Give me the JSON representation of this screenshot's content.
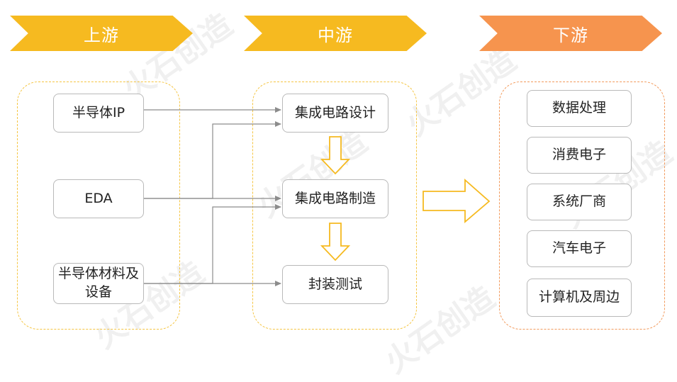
{
  "stages": {
    "upstream": "上游",
    "midstream": "中游",
    "downstream": "下游"
  },
  "upstream_nodes": {
    "ip": "半导体IP",
    "eda": "EDA",
    "materials": "半导体材料及设备"
  },
  "midstream_nodes": {
    "design": "集成电路设计",
    "manufacturing": "集成电路制造",
    "packaging": "封装测试"
  },
  "downstream_nodes": {
    "data": "数据处理",
    "consumer": "消费电子",
    "system": "系统厂商",
    "auto": "汽车电子",
    "computer": "计算机及周边"
  },
  "watermark": "火石创造",
  "colors": {
    "chevron_yellow": "#f6ba20",
    "chevron_orange": "#f6944e",
    "border_yellow": "#f5c542",
    "border_orange": "#f29a5c",
    "connector_gray": "#8c8c8c"
  }
}
